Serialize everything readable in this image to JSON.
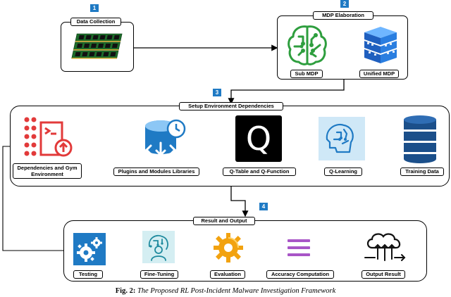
{
  "stages": {
    "s1": {
      "number": "1",
      "title": "Data Collection"
    },
    "s2": {
      "number": "2",
      "title": "MDP Elaboration",
      "sub_mdp": "Sub MDP",
      "unified_mdp": "Unified MDP"
    },
    "s3": {
      "number": "3",
      "title": "Setup Environment Dependencies",
      "steps": [
        "Dependencies and Gym Environment",
        "Plugins and Modules Libraries",
        "Q-Table and Q-Function",
        "Q-Learning",
        "Training Data"
      ],
      "q_glyph": "Q"
    },
    "s4": {
      "number": "4",
      "title": "Result and Output",
      "steps": [
        "Testing",
        "Fine-Tuning",
        "Evaluation",
        "Accuracy Computation",
        "Output Result"
      ]
    }
  },
  "caption": {
    "prefix": "Fig. 2:",
    "text": "The Proposed RL Post-Incident Malware Investigation Framework"
  },
  "colors": {
    "number_badge": "#1f7ac4",
    "green_icon": "#2e9e3e",
    "blue_icon": "#1f6fc6",
    "purple_icon": "#a855c7"
  }
}
